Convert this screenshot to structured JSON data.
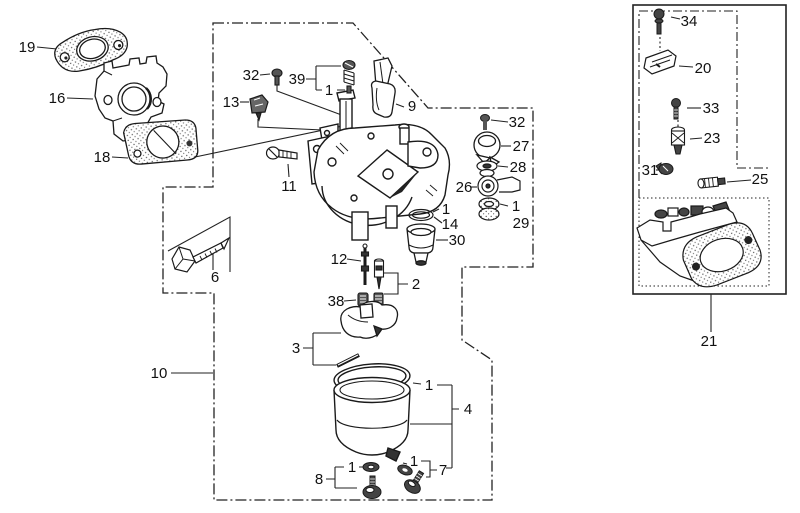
{
  "diagram": {
    "kind": "exploded-parts-diagram",
    "subject": "carburetor-assembly",
    "background_color": "#ffffff",
    "line_color": "#1a1a1a"
  },
  "callouts": {
    "n1": "1",
    "n2": "2",
    "n3": "3",
    "n4": "4",
    "n6": "6",
    "n7": "7",
    "n8": "8",
    "n9": "9",
    "n10": "10",
    "n11": "11",
    "n12": "12",
    "n13": "13",
    "n14": "14",
    "n16": "16",
    "n18": "18",
    "n19": "19",
    "n20": "20",
    "n21": "21",
    "n23": "23",
    "n25": "25",
    "n26": "26",
    "n27": "27",
    "n28": "28",
    "n29": "29",
    "n30": "30",
    "n31": "31",
    "n32": "32",
    "n33": "33",
    "n34": "34",
    "n38": "38",
    "n39": "39"
  }
}
